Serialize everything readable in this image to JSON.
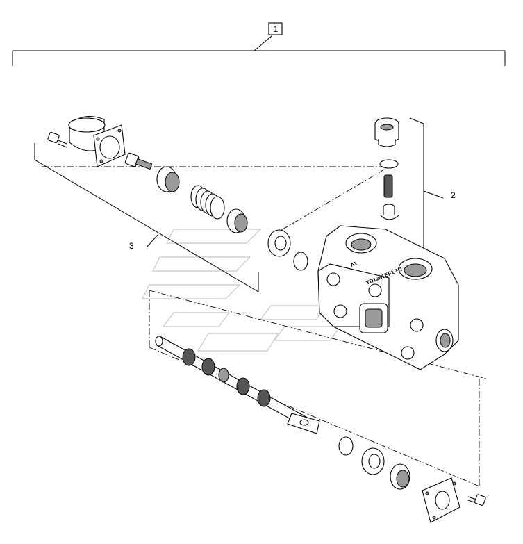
{
  "callouts": {
    "assembly": "1",
    "relief_valve": "2",
    "spool_kit": "3"
  },
  "valve_body_marking": "YD1281EF1-H1",
  "port_marking": "A1",
  "colors": {
    "line": "#000000",
    "shade": "#9a9a9a",
    "watermark": "#c8c8c8",
    "background": "#ffffff"
  }
}
